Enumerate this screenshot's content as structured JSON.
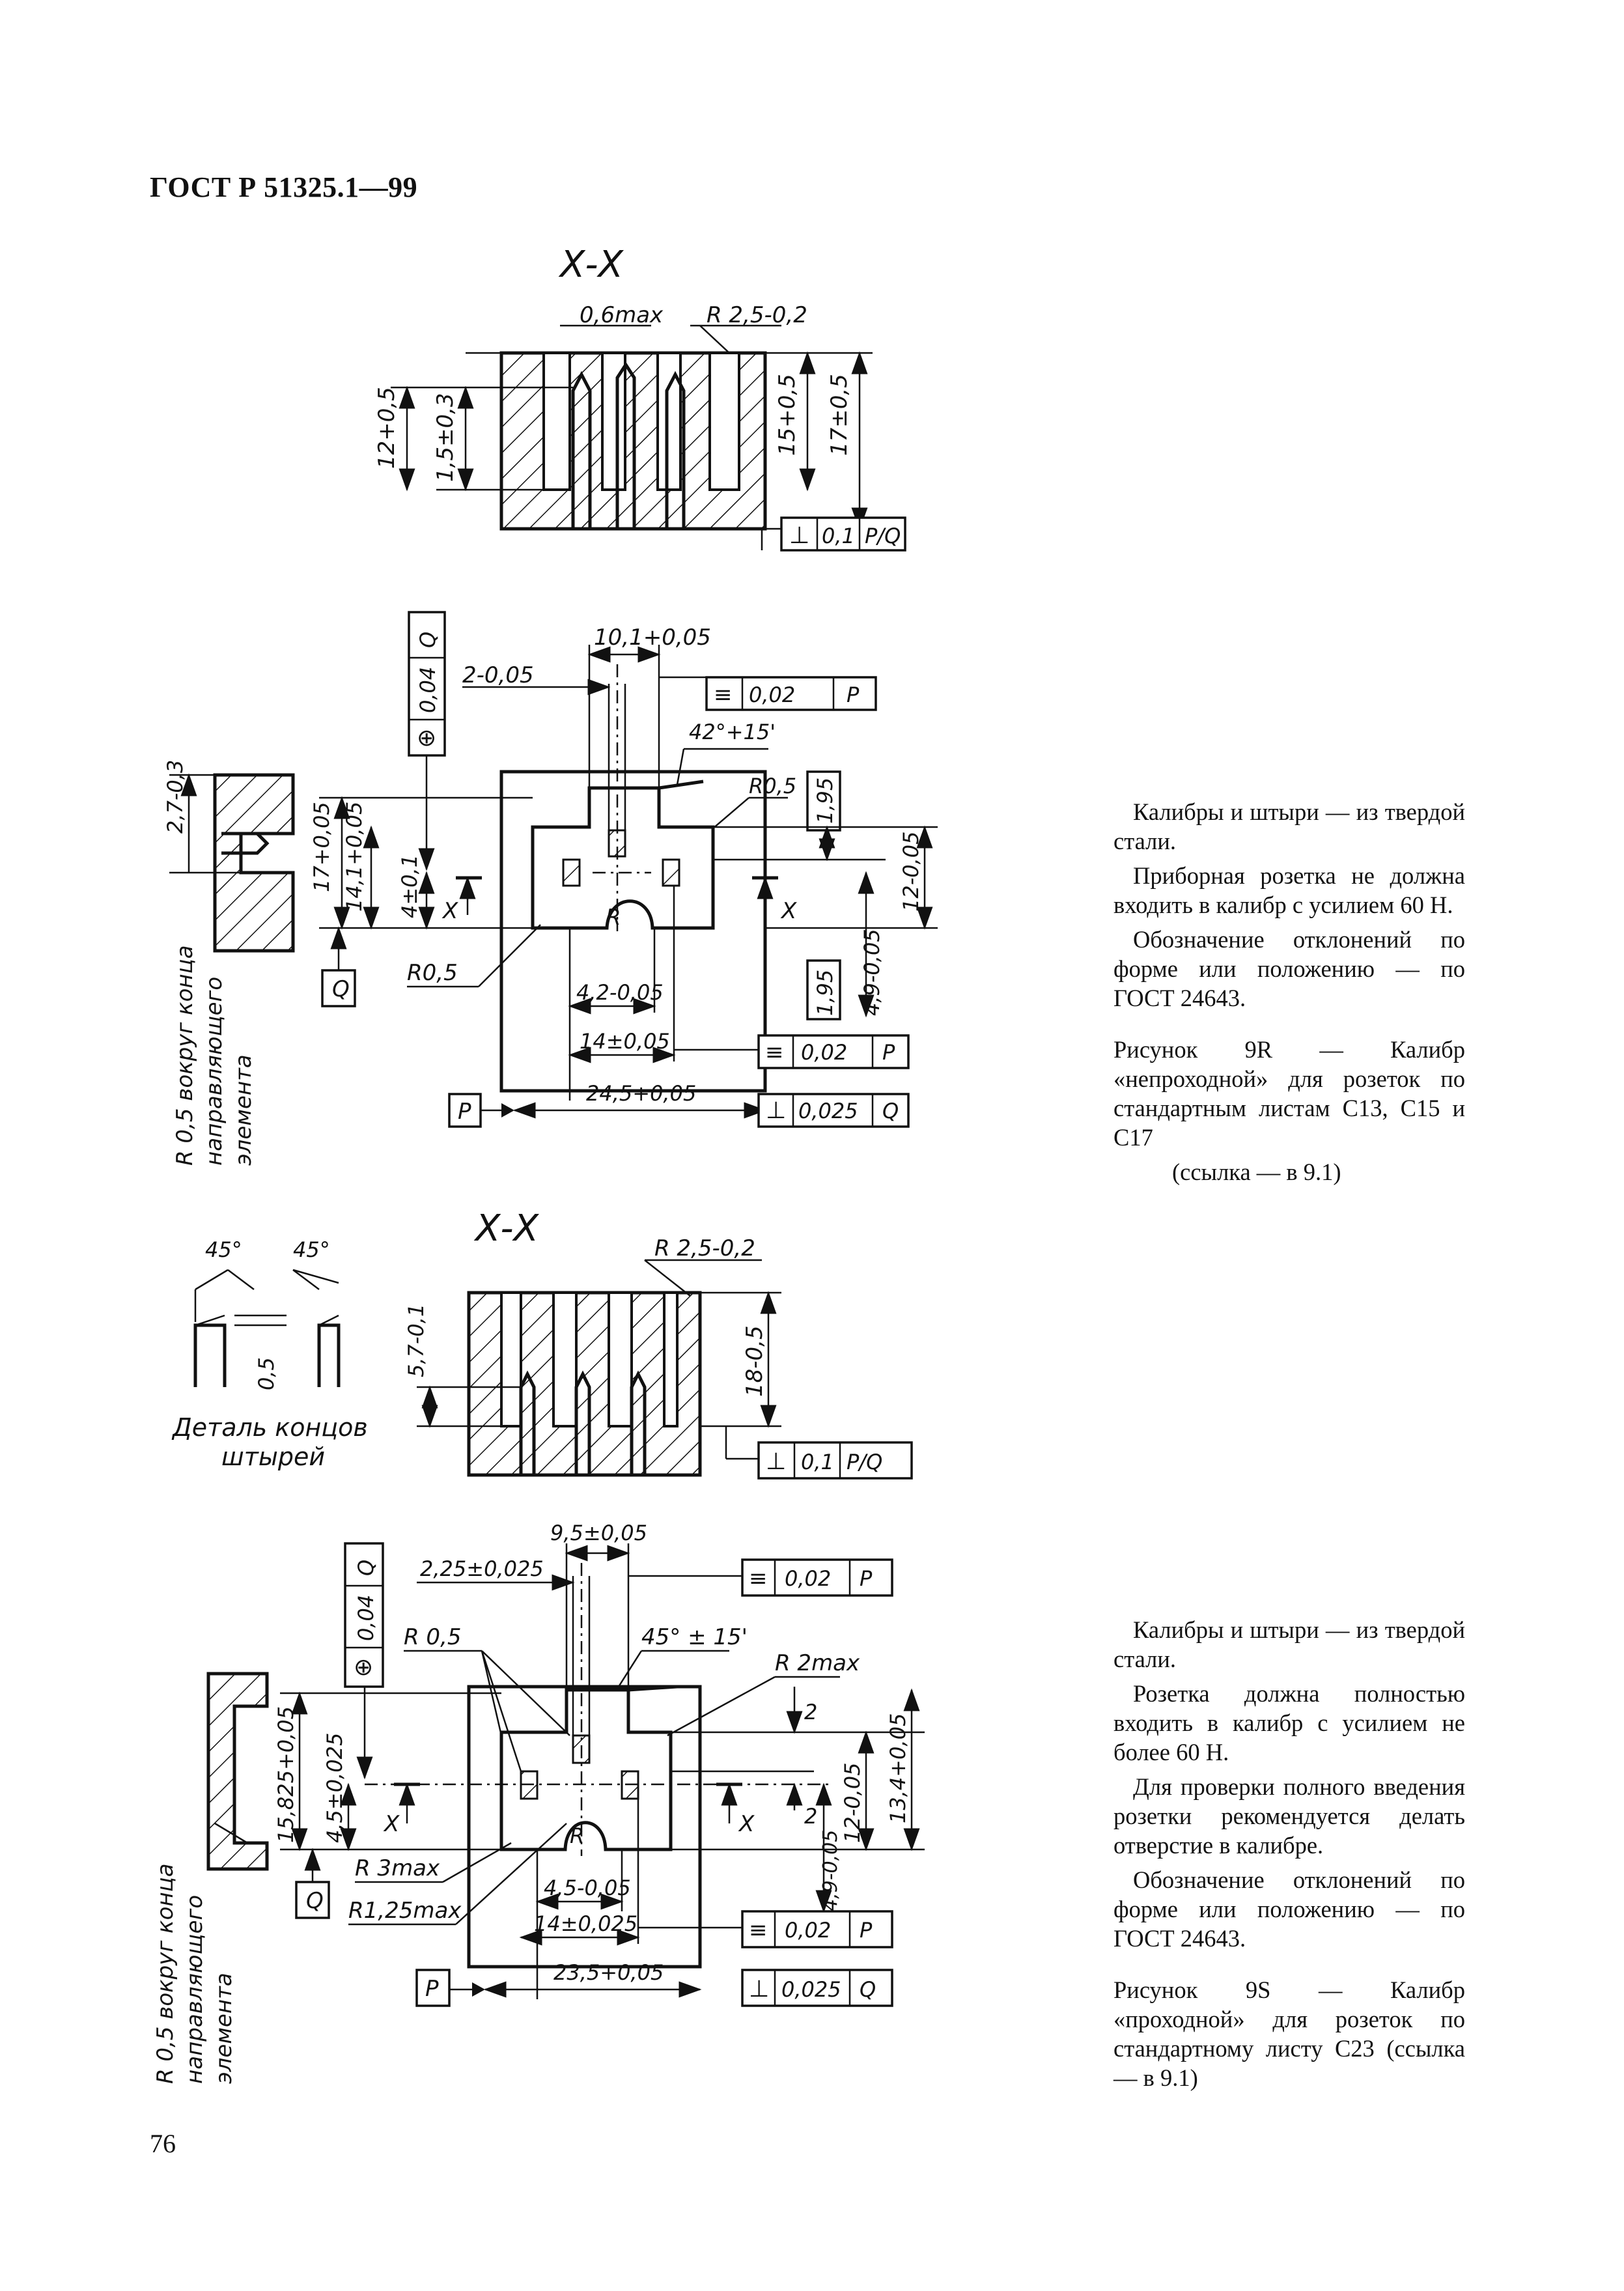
{
  "header": {
    "title": "ГОСТ Р 51325.1—99"
  },
  "page_number": "76",
  "figure_9r": {
    "section_label": "Х-Х",
    "dims": {
      "d_0_6max": "0,6max",
      "d_r25": "R 2,5-0,2",
      "d_12": "12+0,5",
      "d_15_03": "1,5±0,3",
      "d_15": "15+0,5",
      "d_17_05": "17±0,5",
      "tol_perp_1": "0,1",
      "tol_ref_1": "P/Q",
      "d_10_1": "10,1+0,05",
      "d_2_005": "2-0,05",
      "tol_pos_val": "0,04",
      "tol_pos_ref": "Q",
      "tol_sym_val": "0,02",
      "tol_sym_ref": "P",
      "d_42deg": "42°+15'",
      "d_r05a": "R0,5",
      "d_1_95a": "1,95",
      "d_2_7": "2,7-0,3",
      "d_17_005": "17+0,05",
      "d_14_1": "14,1+0,05",
      "d_4_01": "4±0,1",
      "d_12_005": "12-0,05",
      "x_left": "X",
      "x_right": "X",
      "d_r": "R",
      "datum_q": "Q",
      "d_r05b": "R0,5",
      "d_4_2": "4,2-0,05",
      "d_1_95b": "1,95",
      "d_4_9": "4,9-0,05",
      "d_14_005": "14±0,05",
      "tol_sym2_val": "0,02",
      "tol_sym2_ref": "P",
      "d_24_5": "24,5+0,05",
      "datum_p": "P",
      "tol_perp2_val": "0,025",
      "tol_perp2_ref": "Q",
      "side_note_1": "R 0,5 вокруг конца",
      "side_note_2": "направляющего",
      "side_note_3": "элемента"
    }
  },
  "figure_9s": {
    "section_label": "Х-Х",
    "dims": {
      "d_r25": "R 2,5-0,2",
      "d_45a": "45°",
      "d_45b": "45°",
      "d_0_5": "0,5",
      "d_5_7": "5,7-0,1",
      "d_18": "18-0,5",
      "detail_1": "Деталь концов",
      "detail_2": "штырей",
      "tol_perp_1": "0,1",
      "tol_ref_1": "P/Q",
      "d_9_5": "9,5±0,05",
      "d_2_25": "2,25±0,025",
      "tol_sym_val": "0,02",
      "tol_sym_ref": "P",
      "tol_pos_val": "0,04",
      "tol_pos_ref": "Q",
      "d_r05": "R 0,5",
      "d_45_15": "45° ± 15'",
      "d_r2max": "R 2max",
      "d_2a": "2",
      "d_2b": "2",
      "d_15_825": "15,825+0,05",
      "d_4_5": "4,5±0,025",
      "d_12_005": "12-0,05",
      "d_13_4": "13,4+0,05",
      "x_left": "X",
      "x_right": "X",
      "d_r": "R",
      "d_r3max": "R 3max",
      "datum_q": "Q",
      "d_4_5b": "4,5-0,05",
      "d_4_9": "4,9-0,05",
      "d_r125": "R1,25max",
      "d_14_025": "14±0,025",
      "tol_sym2_val": "0,02",
      "tol_sym2_ref": "P",
      "d_23_5": "23,5+0,05",
      "datum_p": "P",
      "tol_perp2_val": "0,025",
      "tol_perp2_ref": "Q",
      "side_note_1": "R 0,5 вокруг конца",
      "side_note_2": "направляющего",
      "side_note_3": "элемента"
    }
  },
  "note_9r": {
    "p1": "Калибры и штыри — из твердой стали.",
    "p2": "Приборная розетка не должна входить в калибр с усилием 60 Н.",
    "p3": "Обозначение отклонений по форме или положению — по ГОСТ 24643.",
    "caption_1": "Рисунок 9R — Калибр «непроходной» для розеток по стандартным листам С13, С15 и С17",
    "caption_2": "(ссылка — в 9.1)"
  },
  "note_9s": {
    "p1": "Калибры и штыри — из твердой стали.",
    "p2": "Розетка должна полностью входить в калибр с усилием не более 60 Н.",
    "p3": "Для проверки полного введения розетки рекомендуется делать отверстие в калибре.",
    "p4": "Обозначение отклонений по форме или положению — по ГОСТ 24643.",
    "caption": "Рисунок 9S — Калибр «проходной» для розеток по стандартному листу С23 (ссылка — в 9.1)"
  }
}
